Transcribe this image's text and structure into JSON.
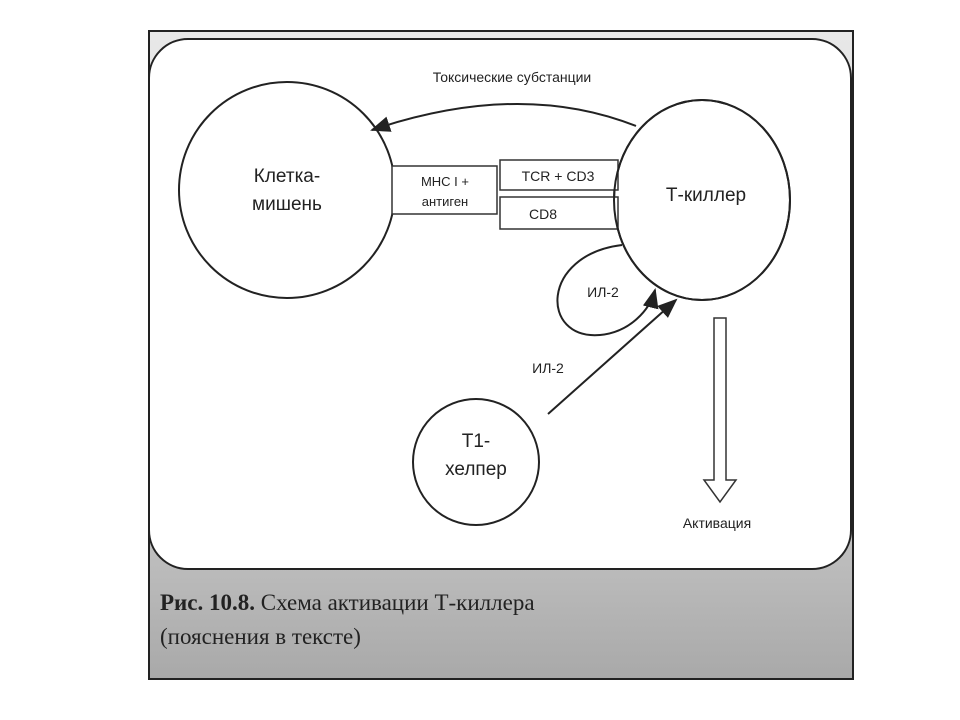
{
  "diagram": {
    "nodes": {
      "target_cell": {
        "line1": "Клетка-",
        "line2": "мишень"
      },
      "t_killer": {
        "label": "Т-киллер"
      },
      "t1_helper": {
        "line1": "Т1-",
        "line2": "хелпер"
      }
    },
    "receptors": {
      "mhc_line1": "МНС I +",
      "mhc_line2": "антиген",
      "tcr": "TCR + CD3",
      "cd8": "CD8"
    },
    "edges": {
      "toxic": "Токсические субстанции",
      "il2_loop": "ИЛ-2",
      "il2_helper": "ИЛ-2",
      "activation": "Активация"
    }
  },
  "caption": {
    "figure_number": "Рис. 10.8.",
    "title": "Схема активации Т-киллера",
    "note": "(пояснения в тексте)"
  }
}
